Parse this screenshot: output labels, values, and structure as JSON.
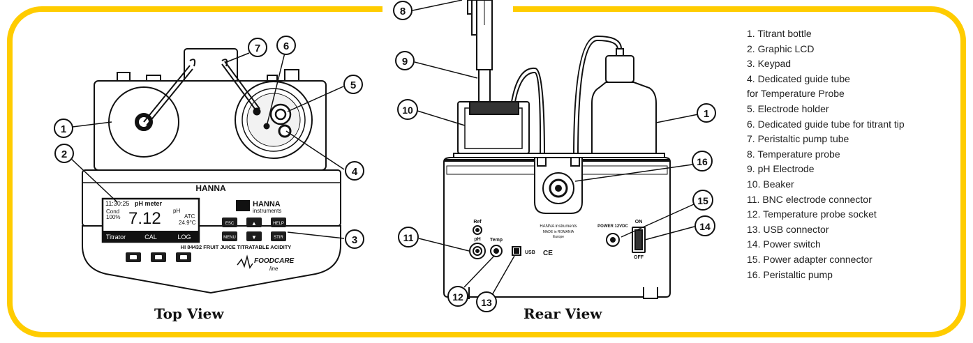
{
  "views": {
    "top": "Top View",
    "rear": "Rear View"
  },
  "device_text": {
    "brand": "HANNA",
    "brand_small": "HANNA",
    "instruments": "instruments",
    "model": "HI 84432 FRUIT JUICE TITRATABLE ACIDITY",
    "foodcare": "FOODCARE",
    "line": "line",
    "lcd_time": "11:30:25",
    "lcd_mode": "pH meter",
    "lcd_cond": "Cond",
    "lcd_pct": "100%",
    "lcd_value": "7.12",
    "lcd_unit": "pH",
    "lcd_atc": "ATC",
    "lcd_temp": "24.9°C",
    "softkeys": [
      "Titrator",
      "CAL",
      "LOG"
    ],
    "keys": [
      "ESC",
      "▲",
      "HELP",
      "MENU",
      "▼",
      "STIR"
    ],
    "ref": "Ref",
    "ph": "pH",
    "temp": "Temp",
    "usb": "USB",
    "power": "POWER 12VDC",
    "on": "ON",
    "off": "OFF",
    "rear_brand": "HANNA instruments",
    "rear_made": "MADE in ROMANIA",
    "rear_europe": "Europe",
    "ce": "CE"
  },
  "callouts": [
    "1",
    "2",
    "3",
    "4",
    "5",
    "6",
    "7",
    "8",
    "9",
    "10",
    "11",
    "12",
    "13",
    "14",
    "15",
    "16",
    "1"
  ],
  "legend": [
    "1. Titrant bottle",
    "2. Graphic LCD",
    "3. Keypad",
    "4. Dedicated guide tube",
    "for Temperature Probe",
    "5. Electrode holder",
    "6. Dedicated guide tube for titrant tip",
    "7. Peristaltic pump tube",
    "8. Temperature probe",
    "9. pH Electrode",
    "10. Beaker",
    "11. BNC electrode connector",
    "12. Temperature probe socket",
    "13. USB connector",
    "14. Power switch",
    "15. Power adapter connector",
    "16. Peristaltic pump"
  ],
  "colors": {
    "frame": "#FFCC00",
    "ink": "#111111",
    "device": "#1c1c1c"
  }
}
